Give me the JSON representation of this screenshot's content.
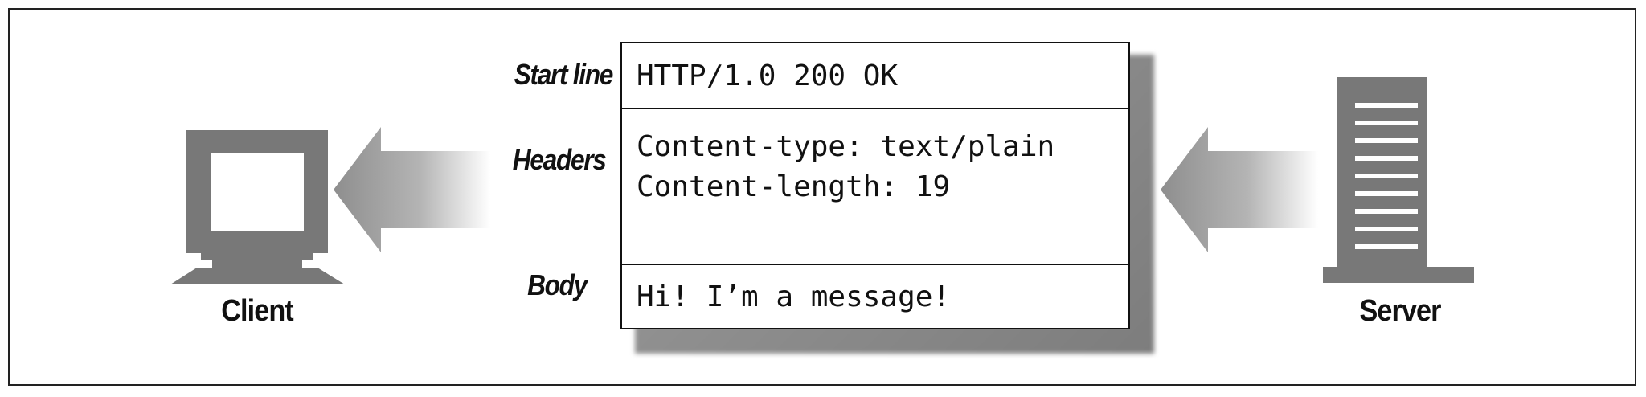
{
  "message": {
    "labels": {
      "start_line": "Start line",
      "headers": "Headers",
      "body": "Body"
    },
    "start_line": "HTTP/1.0 200 OK",
    "headers": [
      "Content-type: text/plain",
      "Content-length: 19"
    ],
    "body": "Hi! I’m a message!"
  },
  "client": {
    "label": "Client",
    "icon": "computer-icon"
  },
  "server": {
    "label": "Server",
    "icon": "server-icon"
  },
  "arrows": {
    "direction": "server-to-client"
  },
  "colors": {
    "icon_gray": "#777777",
    "border": "#111111"
  }
}
